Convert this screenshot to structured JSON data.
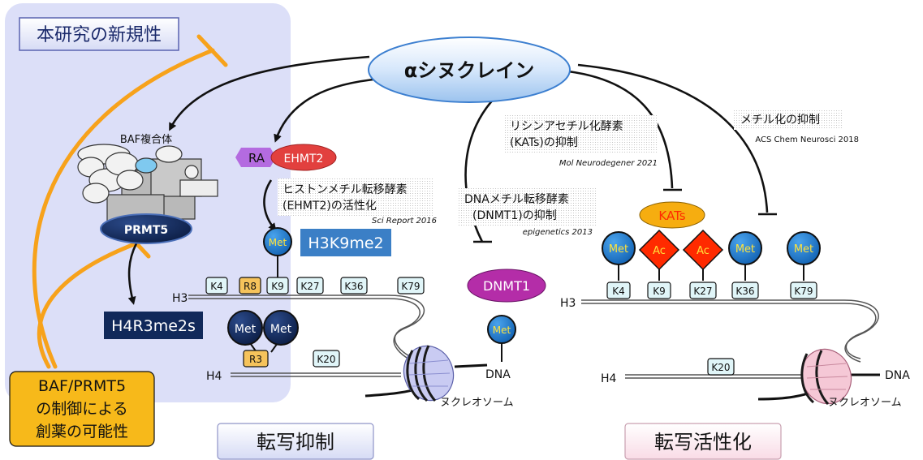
{
  "novelty_label": "本研究の新規性",
  "top_node": "αシヌクレイン",
  "left": {
    "baf_label": "BAF複合体",
    "prmt5_label": "PRMT5",
    "h4r3_label": "H4R3me2s",
    "ra_label": "RA",
    "ehmt2_label": "EHMT2",
    "ehmt2_note_line1": "ヒストンメチル転移酵素",
    "ehmt2_note_line2": "(EHMT2)の活性化",
    "ehmt2_ref": "Sci Report 2016",
    "met_label": "Met",
    "h3k9_label": "H3K9me2",
    "dnmt_note_line1": "DNAメチル転移酵素",
    "dnmt_note_line2": "(DNMT1)の抑制",
    "dnmt_ref": "epigenetics 2013",
    "dnmt1_label": "DNMT1",
    "h3_label": "H3",
    "h4_label": "H4",
    "h3_residues": [
      "K4",
      "R8",
      "K9",
      "K27",
      "K36",
      "K79"
    ],
    "r3_label": "R3",
    "k20_label": "K20",
    "dna_label": "DNA",
    "nucleosome_label": "ヌクレオソーム",
    "baf_prmt5_line1": "BAF/PRMT5",
    "baf_prmt5_line2": "の制御による",
    "baf_prmt5_line3": "創薬の可能性",
    "bottom_label": "転写抑制"
  },
  "right": {
    "kats_note_line1": "リシンアセチル化酵素",
    "kats_note_line2": "(KATs)の抑制",
    "kats_ref": "Mol Neurodegener 2021",
    "methyl_note": "メチル化の抑制",
    "methyl_ref": "ACS Chem Neurosci 2018",
    "kats_label": "KATs",
    "met_label": "Met",
    "ac_label": "Ac",
    "h3_label": "H3",
    "h4_label": "H4",
    "h3_residues": [
      "K4",
      "K9",
      "K27",
      "K36",
      "K79"
    ],
    "k20_label": "K20",
    "dna_label": "DNA",
    "nucleosome_label": "ヌクレオソーム",
    "bottom_label": "転写活性化"
  },
  "colors": {
    "panel_bg": "#d9dcf7",
    "orange": "#f7a21b",
    "met_blue": "#1a73c7",
    "dark_navy": "#11295a",
    "ehmt2_red": "#e2403e",
    "ra_purple": "#b46be0",
    "dnmt1_purple": "#b42da8",
    "ac_red": "#ff2a00",
    "kats_yellow": "#f6ad10",
    "label_blue": "#3b7fc6",
    "residue_bg": "#e0f5f8"
  }
}
